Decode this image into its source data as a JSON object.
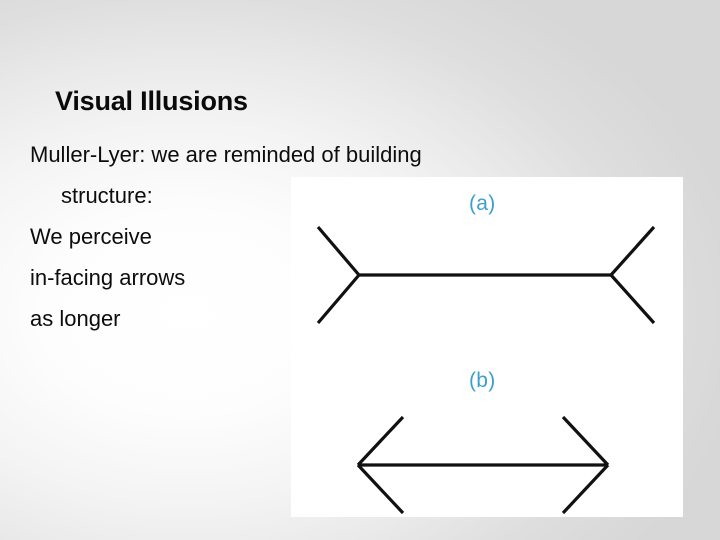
{
  "slide": {
    "title": "Visual Illusions",
    "background_gradient_from": "#ffffff",
    "background_gradient_to": "#d5d5d5"
  },
  "body": {
    "lines": [
      {
        "text": "Muller-Lyer: we are reminded of building",
        "indent": false
      },
      {
        "text": "structure:",
        "indent": true
      },
      {
        "text": "We perceive",
        "indent": false
      },
      {
        "text": "in-facing arrows",
        "indent": false
      },
      {
        "text": "as longer",
        "indent": false
      }
    ]
  },
  "figure": {
    "panel_color": "#ffffff",
    "line_color": "#111111",
    "label_color": "#3d9fd0",
    "label_a": "(a)",
    "label_b": "(b)",
    "figure_a_description": "Muller-Lyer line with outward-pointing fins",
    "figure_b_description": "Muller-Lyer line with inward-pointing arrowheads"
  }
}
